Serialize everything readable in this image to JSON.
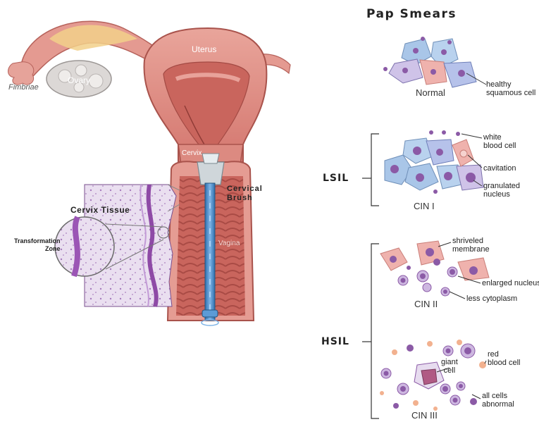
{
  "anatomy": {
    "fimbriae": "Fimbriae",
    "ovary": "Ovary",
    "uterus": "Uterus",
    "cervix": "Cervix",
    "vagina": "Vagina",
    "cervical_brush": "Cervical\nBrush",
    "cervix_tissue": "Cervix Tissue",
    "transformation_zone": "Transformation\nZone"
  },
  "pap": {
    "title": "Pap Smears",
    "normal": {
      "name": "Normal",
      "callout": "healthy\nsquamous cell"
    },
    "lsil": {
      "grade": "LSIL",
      "cin": "CIN I",
      "callouts": [
        "white\nblood cell",
        "cavitation",
        "granulated\nnucleus"
      ]
    },
    "hsil": {
      "grade": "HSIL",
      "cin2": "CIN II",
      "cin2_callouts": [
        "shriveled\nmembrane",
        "enlarged nucleus",
        "less cytoplasm"
      ],
      "cin3": "CIN III",
      "cin3_callouts": [
        "giant\ncell",
        "red\nblood cell",
        "all cells\nabnormal"
      ]
    }
  },
  "colors": {
    "tissue_pink": "#e08f86",
    "tissue_dark": "#b5524b",
    "ovary_gray": "#d9d5d3",
    "brush_blue": "#3f86c9",
    "histology_purple": "#9a5fae",
    "cell_blue": "#a9c6e8",
    "cell_pink": "#efb2ad",
    "nucleus_purple": "#8b5aa6"
  }
}
